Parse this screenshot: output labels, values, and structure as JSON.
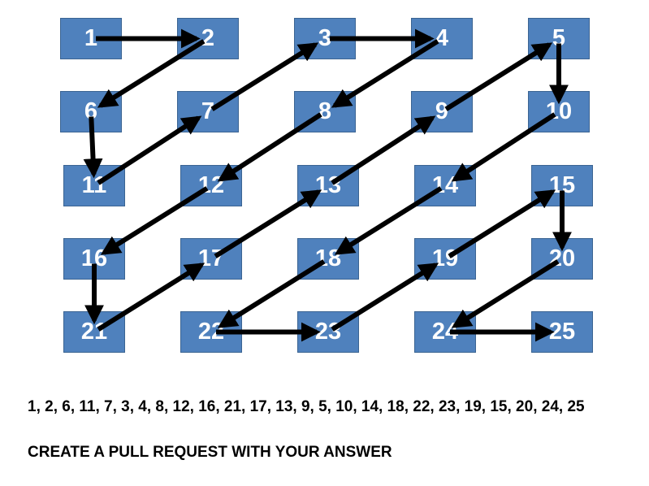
{
  "grid": {
    "cells": [
      "1",
      "2",
      "3",
      "4",
      "5",
      "6",
      "7",
      "8",
      "9",
      "10",
      "11",
      "12",
      "13",
      "14",
      "15",
      "16",
      "17",
      "18",
      "19",
      "20",
      "21",
      "22",
      "23",
      "24",
      "25"
    ],
    "path": [
      1,
      2,
      6,
      11,
      7,
      3,
      4,
      8,
      12,
      16,
      21,
      17,
      13,
      9,
      5,
      10,
      14,
      18,
      22,
      23,
      19,
      15,
      20,
      24,
      25
    ],
    "cell_color": "#4f81bd",
    "cell_border_color": "#3b6492",
    "text_color": "#ffffff",
    "arrow_color": "#000000"
  },
  "sequence_text": "1, 2, 6, 11, 7, 3, 4, 8, 12, 16, 21, 17, 13, 9, 5, 10, 14, 18, 22, 23, 19, 15, 20, 24, 25",
  "instruction_text": "CREATE A PULL REQUEST WITH YOUR ANSWER"
}
